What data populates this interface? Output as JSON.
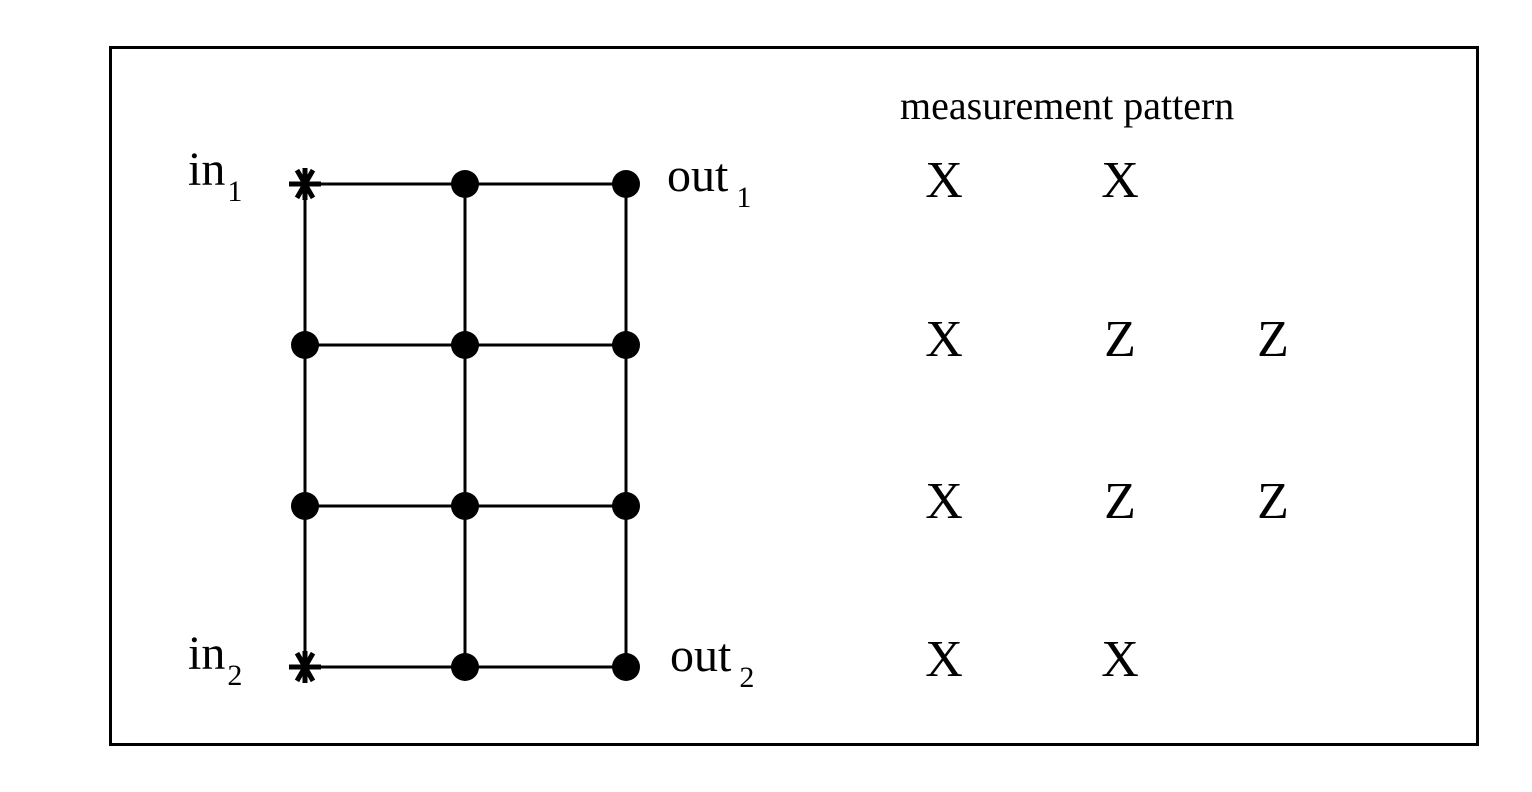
{
  "diagram": {
    "title": "measurement pattern",
    "input_labels": [
      {
        "base": "in",
        "sub": "1"
      },
      {
        "base": "in",
        "sub": "2"
      }
    ],
    "output_labels": [
      {
        "base": "out",
        "sub": "1"
      },
      {
        "base": "out",
        "sub": "2"
      }
    ],
    "grid": {
      "rows": 4,
      "cols": 3,
      "input_marker": "asterisk",
      "node_marker": "filled-circle",
      "input_nodes": [
        [
          0,
          0
        ],
        [
          3,
          0
        ]
      ]
    },
    "measurement_pattern": [
      [
        "X",
        "X",
        ""
      ],
      [
        "X",
        "Z",
        "Z"
      ],
      [
        "X",
        "Z",
        "Z"
      ],
      [
        "X",
        "X",
        ""
      ]
    ],
    "colors": {
      "stroke": "#000000",
      "background": "#ffffff"
    }
  }
}
